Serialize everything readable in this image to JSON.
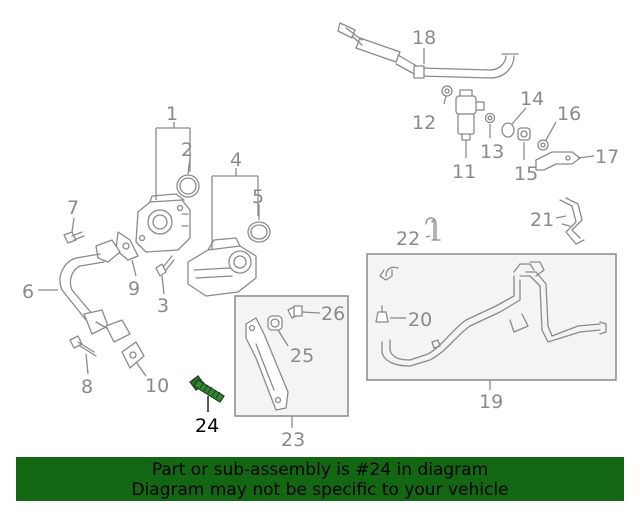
{
  "diagram": {
    "labels": [
      "18",
      "12",
      "14",
      "16",
      "11",
      "13",
      "15",
      "17",
      "1",
      "2",
      "4",
      "5",
      "7",
      "22",
      "21",
      "6",
      "9",
      "3",
      "26",
      "20",
      "25",
      "8",
      "10",
      "24",
      "23",
      "19"
    ],
    "highlight_label": "24",
    "highlight_color": "#000000",
    "part_color": "#8a8a8a"
  },
  "banner": {
    "line1": "Part or sub-assembly is #24 in diagram",
    "line2": "Diagram may not be specific to your vehicle",
    "background_color": "#136712"
  }
}
